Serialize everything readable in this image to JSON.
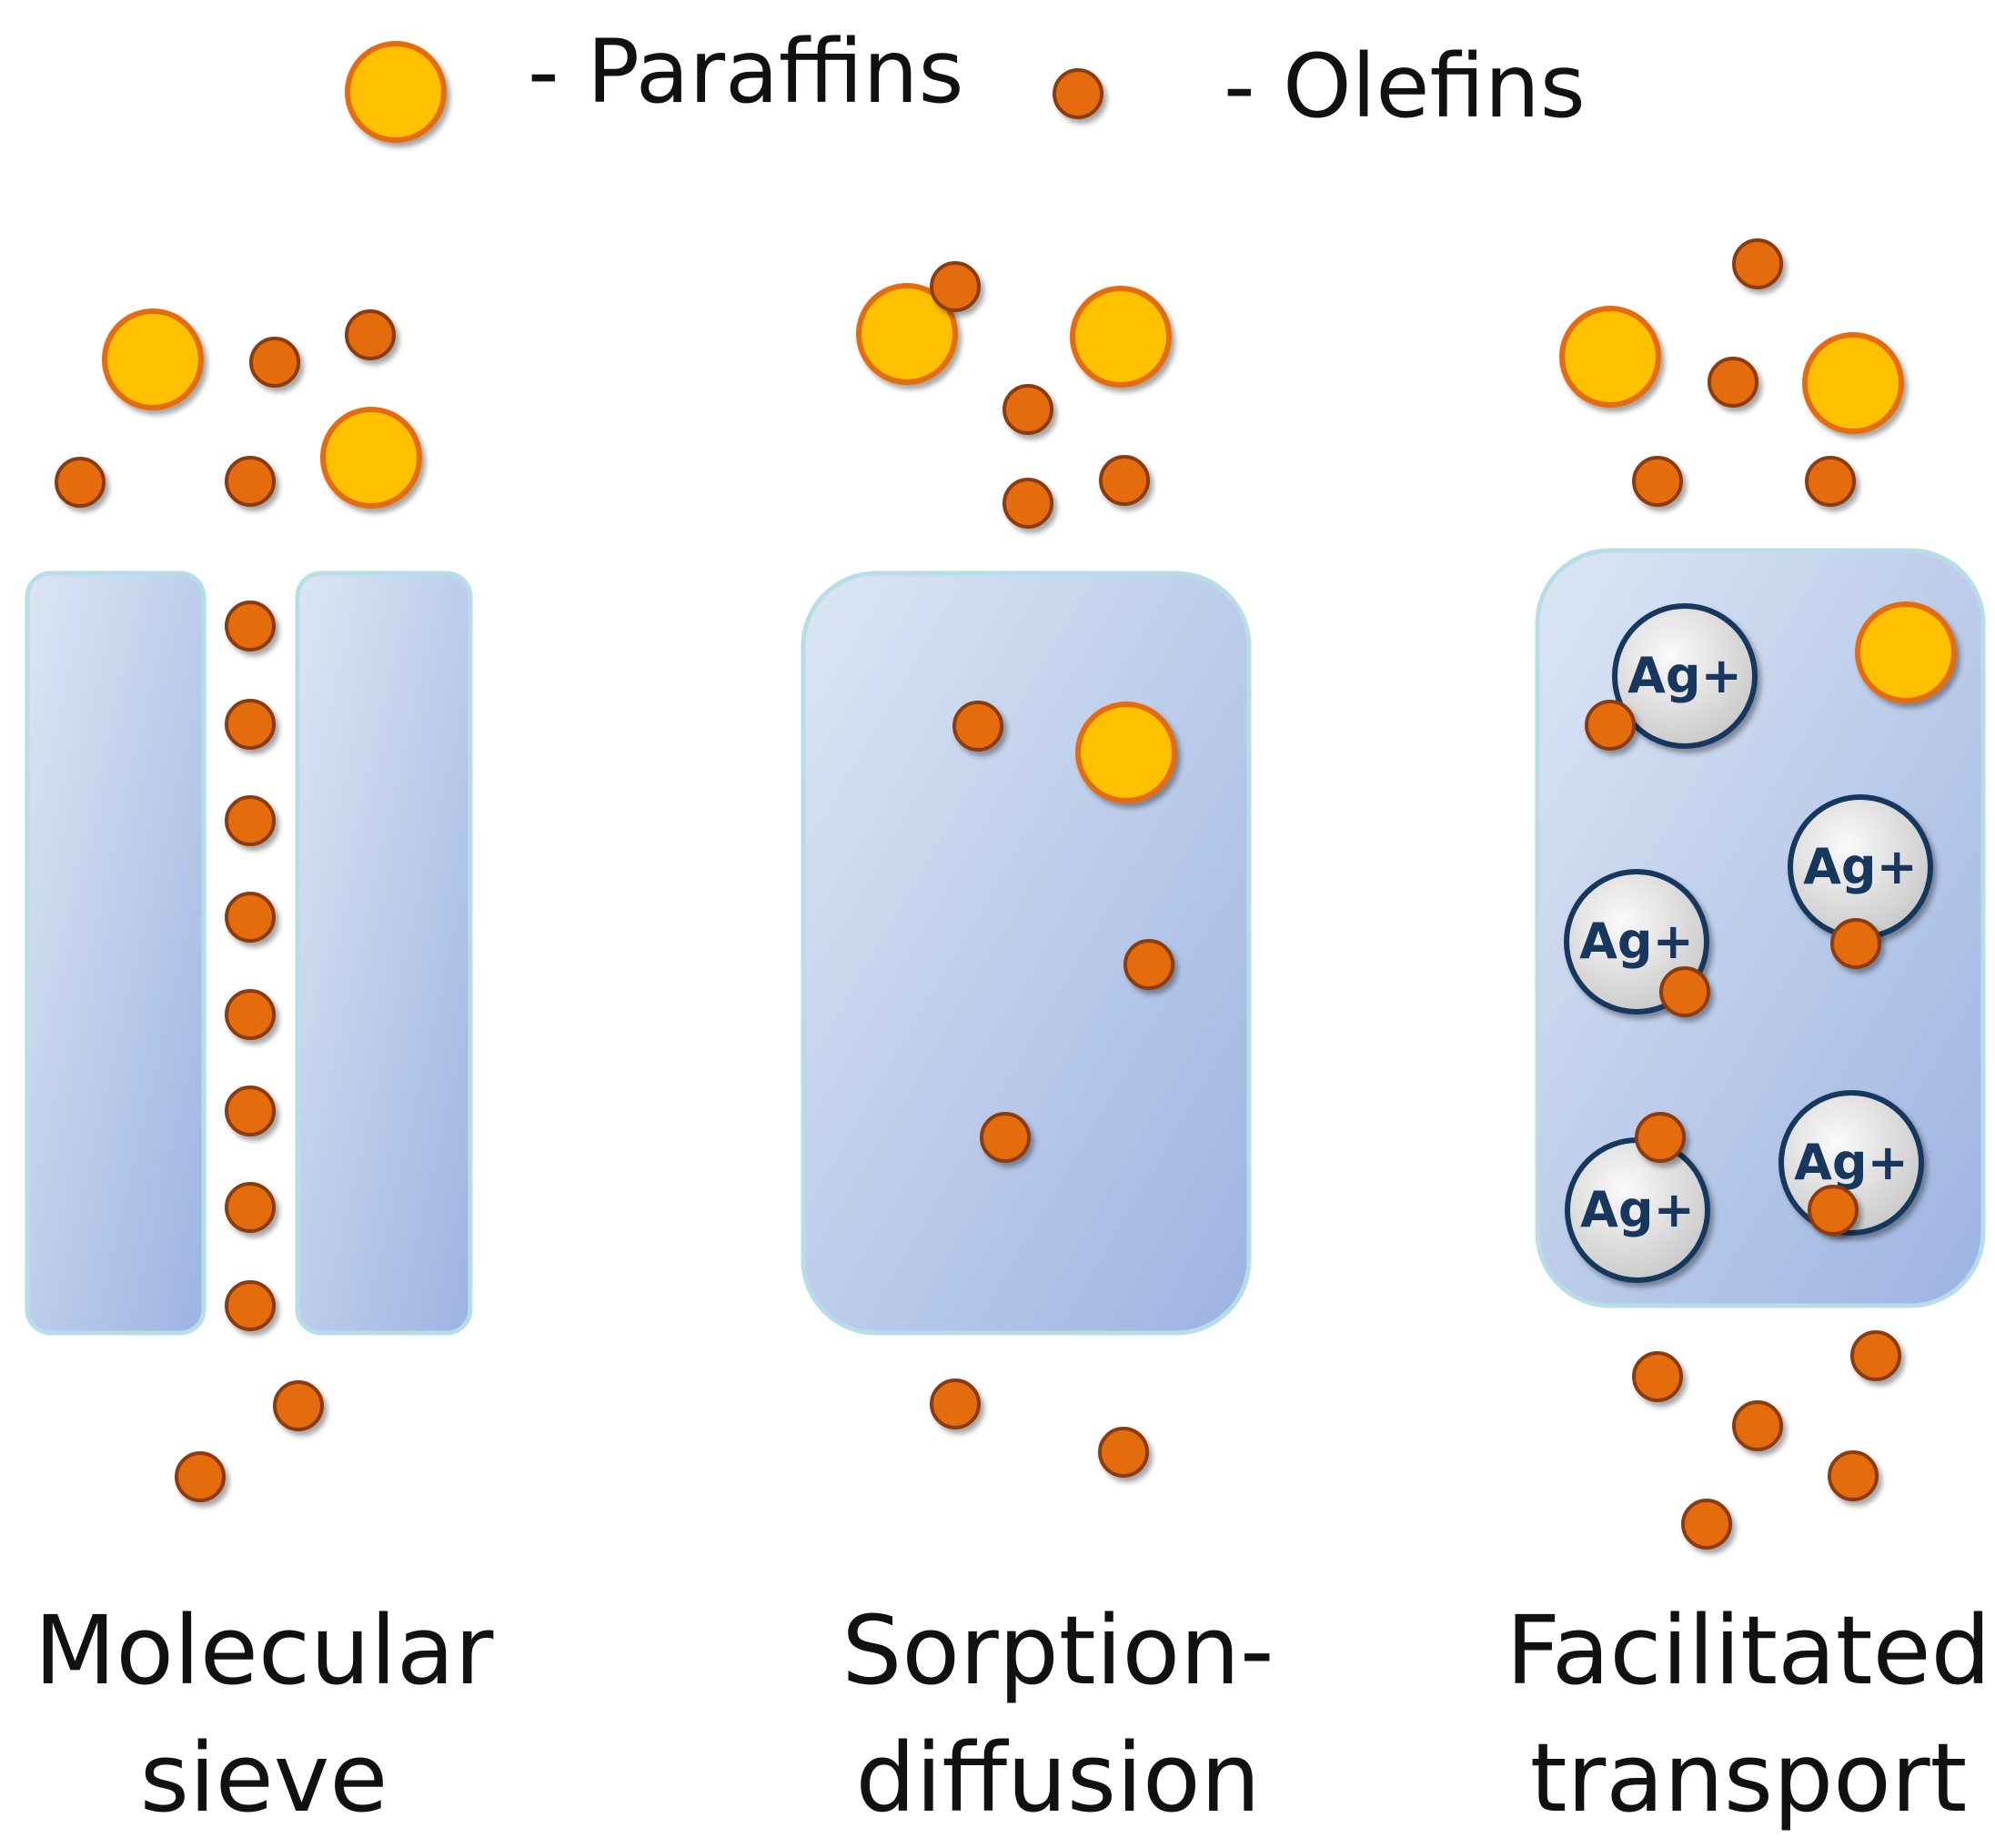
{
  "legend": {
    "paraffin_label": "- Paraffins",
    "olefin_label": "- Olefins"
  },
  "panels": [
    {
      "id": "molecular-sieve",
      "label_line1": "Molecular",
      "label_line2": "sieve"
    },
    {
      "id": "sorption-diffusion",
      "label_line1": "Sorption-",
      "label_line2": "diffusion"
    },
    {
      "id": "facilitated-transport",
      "label_line1": "Facilitated",
      "label_line2": "transport"
    }
  ],
  "carrier_label": "Ag+",
  "colors": {
    "paraffin_fill": "#FFC000",
    "paraffin_stroke": "#E46C0A",
    "olefin_fill": "#E46C0A",
    "olefin_stroke": "#8B3A0B",
    "membrane_light": "#DCE6F4",
    "membrane_dark": "#9DB3E1",
    "membrane_stroke": "#B7DEE8",
    "carrier_fill": "#E0E0E0",
    "carrier_stroke": "#17375E"
  }
}
